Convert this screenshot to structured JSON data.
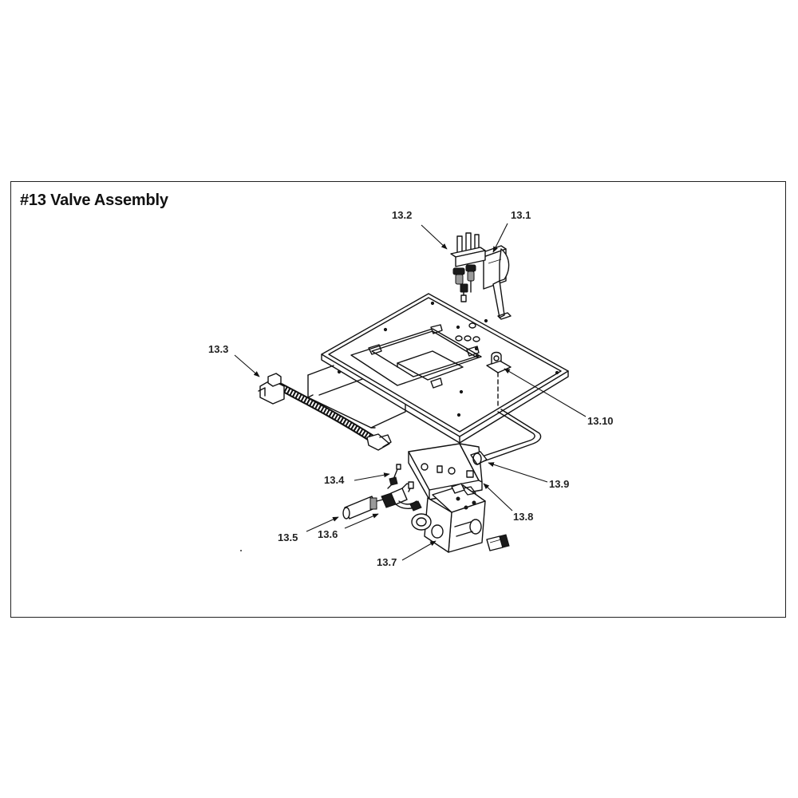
{
  "title": "#13 Valve Assembly",
  "callouts": {
    "c13_1": "13.1",
    "c13_2": "13.2",
    "c13_3": "13.3",
    "c13_4": "13.4",
    "c13_5": "13.5",
    "c13_6": "13.6",
    "c13_7": "13.7",
    "c13_8": "13.8",
    "c13_9": "13.9",
    "c13_10": "13.10"
  }
}
